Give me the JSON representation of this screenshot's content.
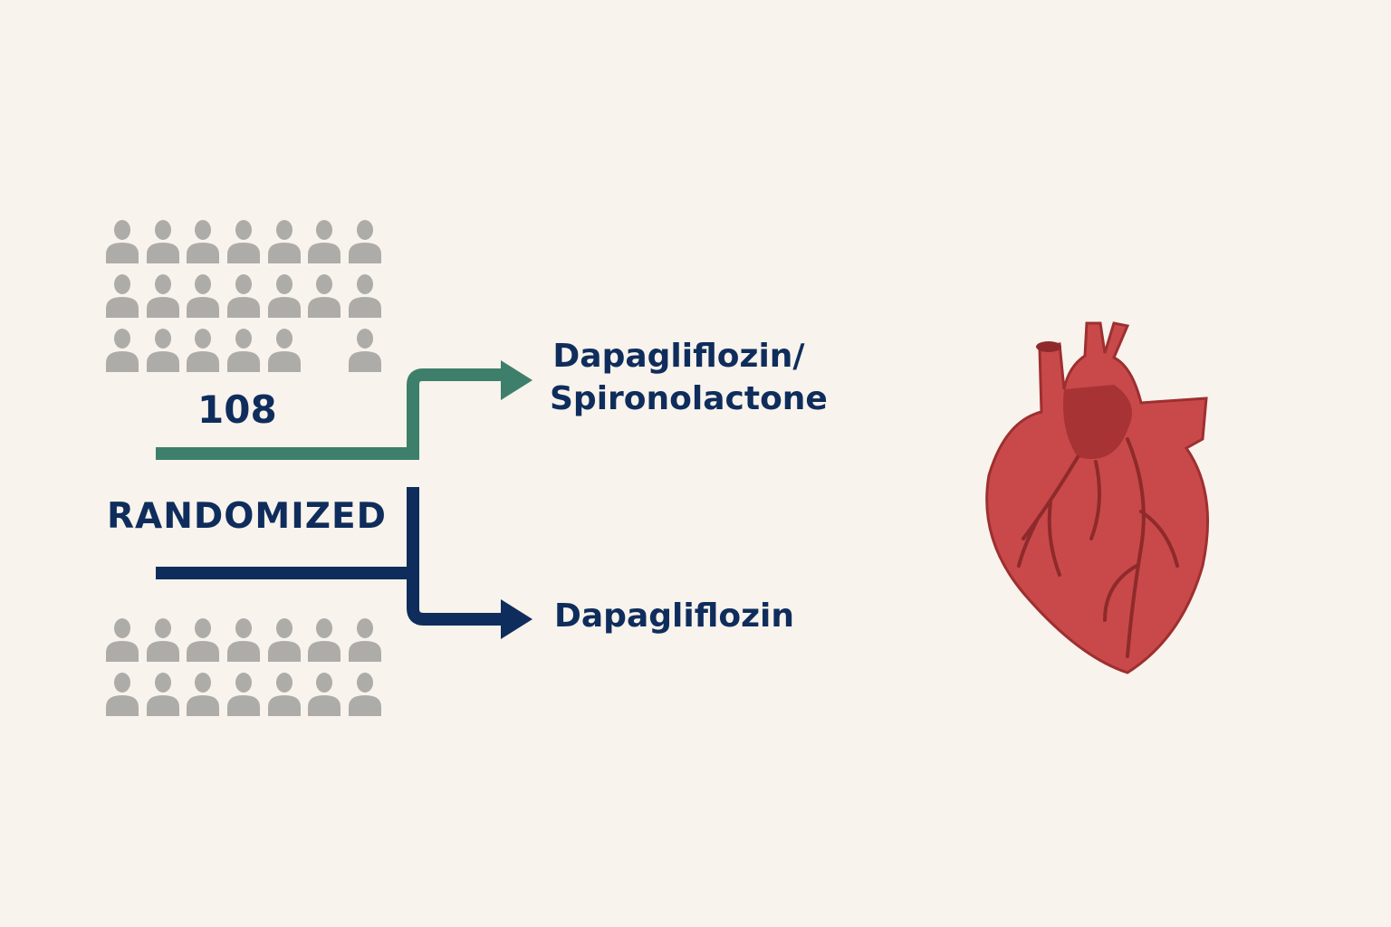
{
  "participants": {
    "count": "108",
    "label": "RANDOMIZED",
    "top_rows": [
      [
        1,
        1,
        1,
        1,
        1,
        1,
        1
      ],
      [
        1,
        1,
        1,
        1,
        1,
        1,
        1
      ],
      [
        1,
        1,
        1,
        1,
        1,
        0,
        1
      ]
    ],
    "bottom_rows": [
      [
        1,
        1,
        1,
        1,
        1,
        1,
        1
      ],
      [
        1,
        1,
        1,
        1,
        1,
        1,
        1
      ]
    ]
  },
  "arms": [
    {
      "label": "Dapagliflozin/ Spironolactone",
      "color": "#3d7f6a"
    },
    {
      "label": "Dapagliflozin",
      "color": "#0f2d5c"
    }
  ],
  "colors": {
    "background": "#f8f3ec",
    "people": "#aeaca8",
    "heart": "#c9494a"
  },
  "icons": {
    "people": "person-icon",
    "organ": "heart-icon"
  }
}
